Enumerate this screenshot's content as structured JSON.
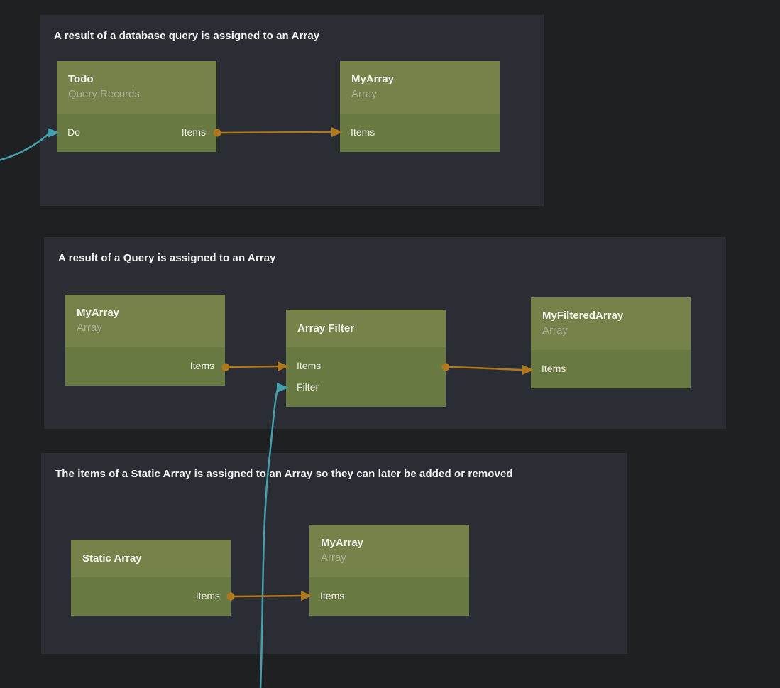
{
  "colors": {
    "canvas-bg": "#1f2022",
    "group-bg": "#2b2d34",
    "node-header-bg": "#75834b",
    "node-body-bg": "#697942",
    "group-title-text": "#f2f2f2",
    "node-title-text": "#f4f4ee",
    "node-subtitle-text": "#a9b097",
    "port-text": "#f0f1e8",
    "wire-orange": "#b1791d",
    "wire-teal": "#44a0ad"
  },
  "groups": [
    {
      "title": "A result of a database query is assigned to an Array",
      "nodes": [
        {
          "title": "Todo",
          "subtitle": "Query Records",
          "ports": [
            {
              "label": "Do",
              "direction": "input"
            },
            {
              "label": "Items",
              "direction": "output"
            }
          ]
        },
        {
          "title": "MyArray",
          "subtitle": "Array",
          "ports": [
            {
              "label": "Items",
              "direction": "input"
            }
          ]
        }
      ]
    },
    {
      "title": "A result of a Query is assigned to an Array",
      "nodes": [
        {
          "title": "MyArray",
          "subtitle": "Array",
          "ports": [
            {
              "label": "Items",
              "direction": "output"
            }
          ]
        },
        {
          "title": "Array Filter",
          "ports": [
            {
              "label": "Items",
              "direction": "input"
            },
            {
              "label": "Filter",
              "direction": "input"
            }
          ]
        },
        {
          "title": "MyFilteredArray",
          "subtitle": "Array",
          "ports": [
            {
              "label": "Items",
              "direction": "input"
            }
          ]
        }
      ]
    },
    {
      "title": "The items of a Static Array is assigned to an Array so they can later be added or removed",
      "nodes": [
        {
          "title": "Static Array",
          "ports": [
            {
              "label": "Items",
              "direction": "output"
            }
          ]
        },
        {
          "title": "MyArray",
          "subtitle": "Array",
          "ports": [
            {
              "label": "Items",
              "direction": "input"
            }
          ]
        }
      ]
    }
  ],
  "connections": [
    {
      "from": "offscreen-left",
      "to": "Todo.Do",
      "color": "teal"
    },
    {
      "from": "Todo.Items",
      "to": "MyArray.Items",
      "color": "orange"
    },
    {
      "from": "MyArray.Items",
      "to": "Array Filter.Items",
      "color": "orange"
    },
    {
      "from": "Array Filter.Items",
      "to": "MyFilteredArray.Items",
      "color": "orange"
    },
    {
      "from": "offscreen-bottom",
      "to": "Array Filter.Filter",
      "color": "teal"
    },
    {
      "from": "Static Array.Items",
      "to": "MyArray.Items",
      "color": "orange"
    }
  ]
}
